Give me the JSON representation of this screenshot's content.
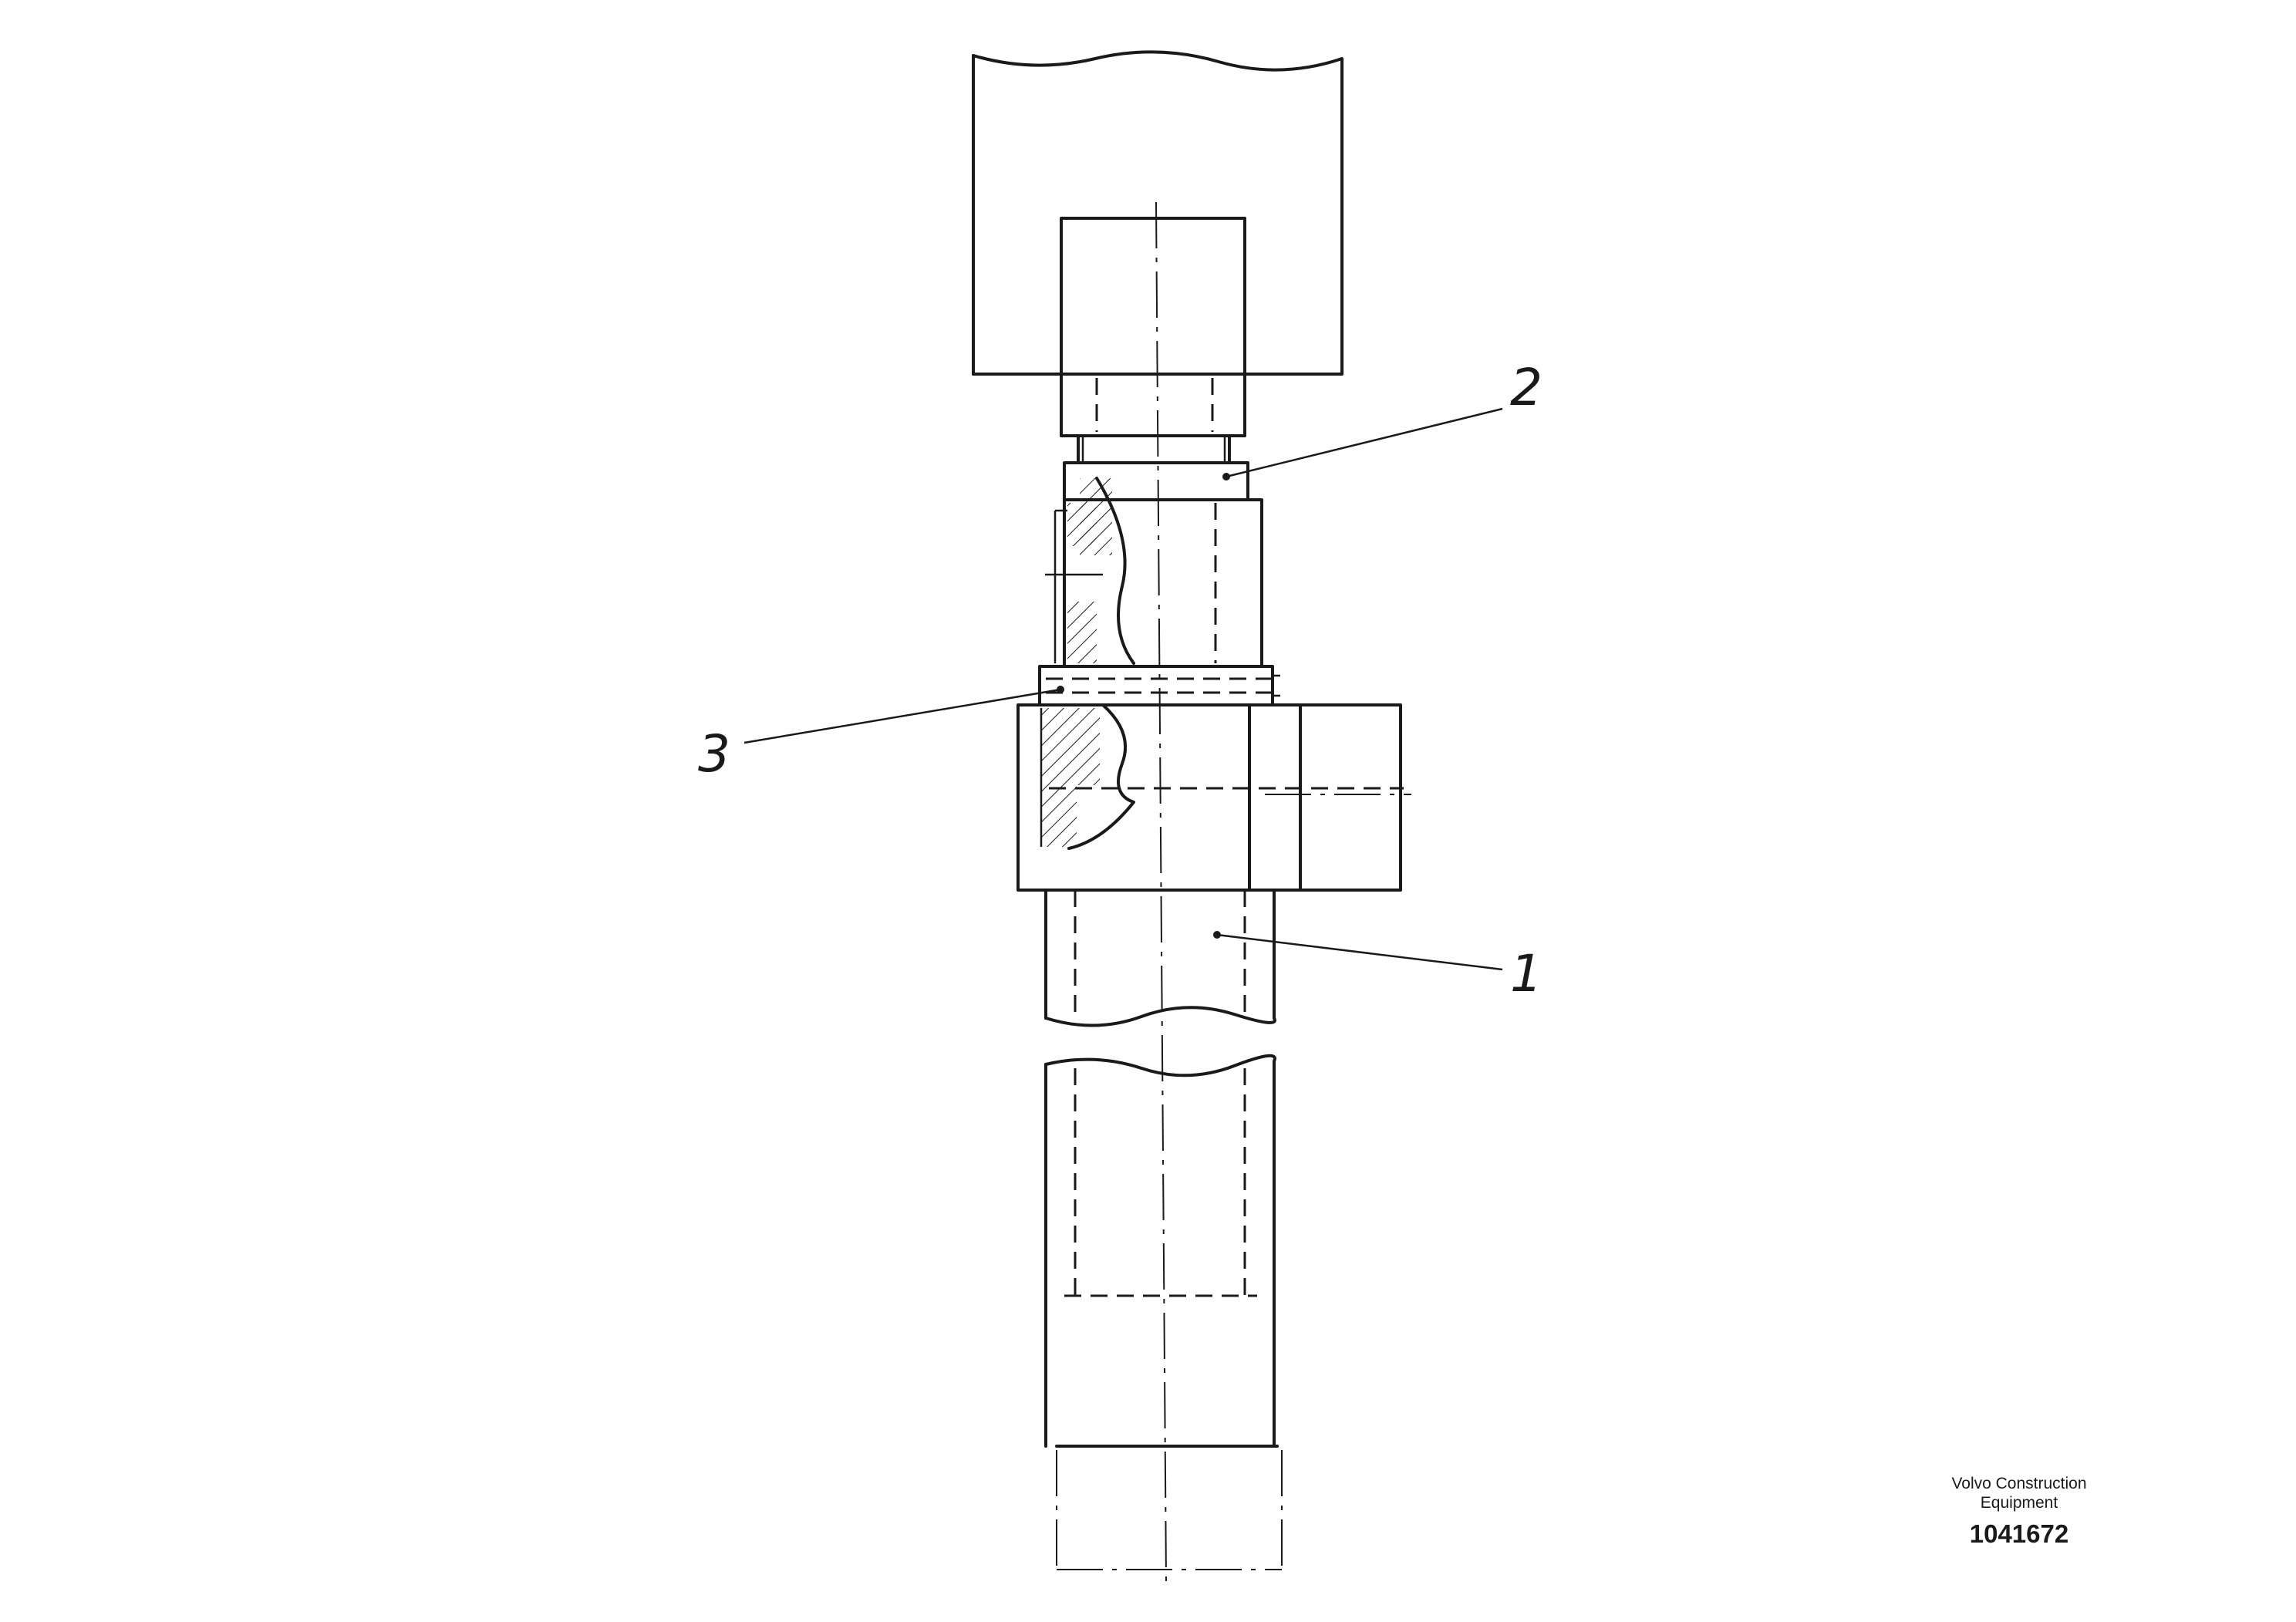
{
  "callouts": [
    {
      "number": "1",
      "label_pos": "right"
    },
    {
      "number": "2",
      "label_pos": "right"
    },
    {
      "number": "3",
      "label_pos": "left"
    }
  ],
  "brand": {
    "line1": "Volvo Construction",
    "line2": "Equipment"
  },
  "doc_number": "1041672",
  "colors": {
    "ink": "#1a1a1a",
    "background": "#ffffff"
  }
}
